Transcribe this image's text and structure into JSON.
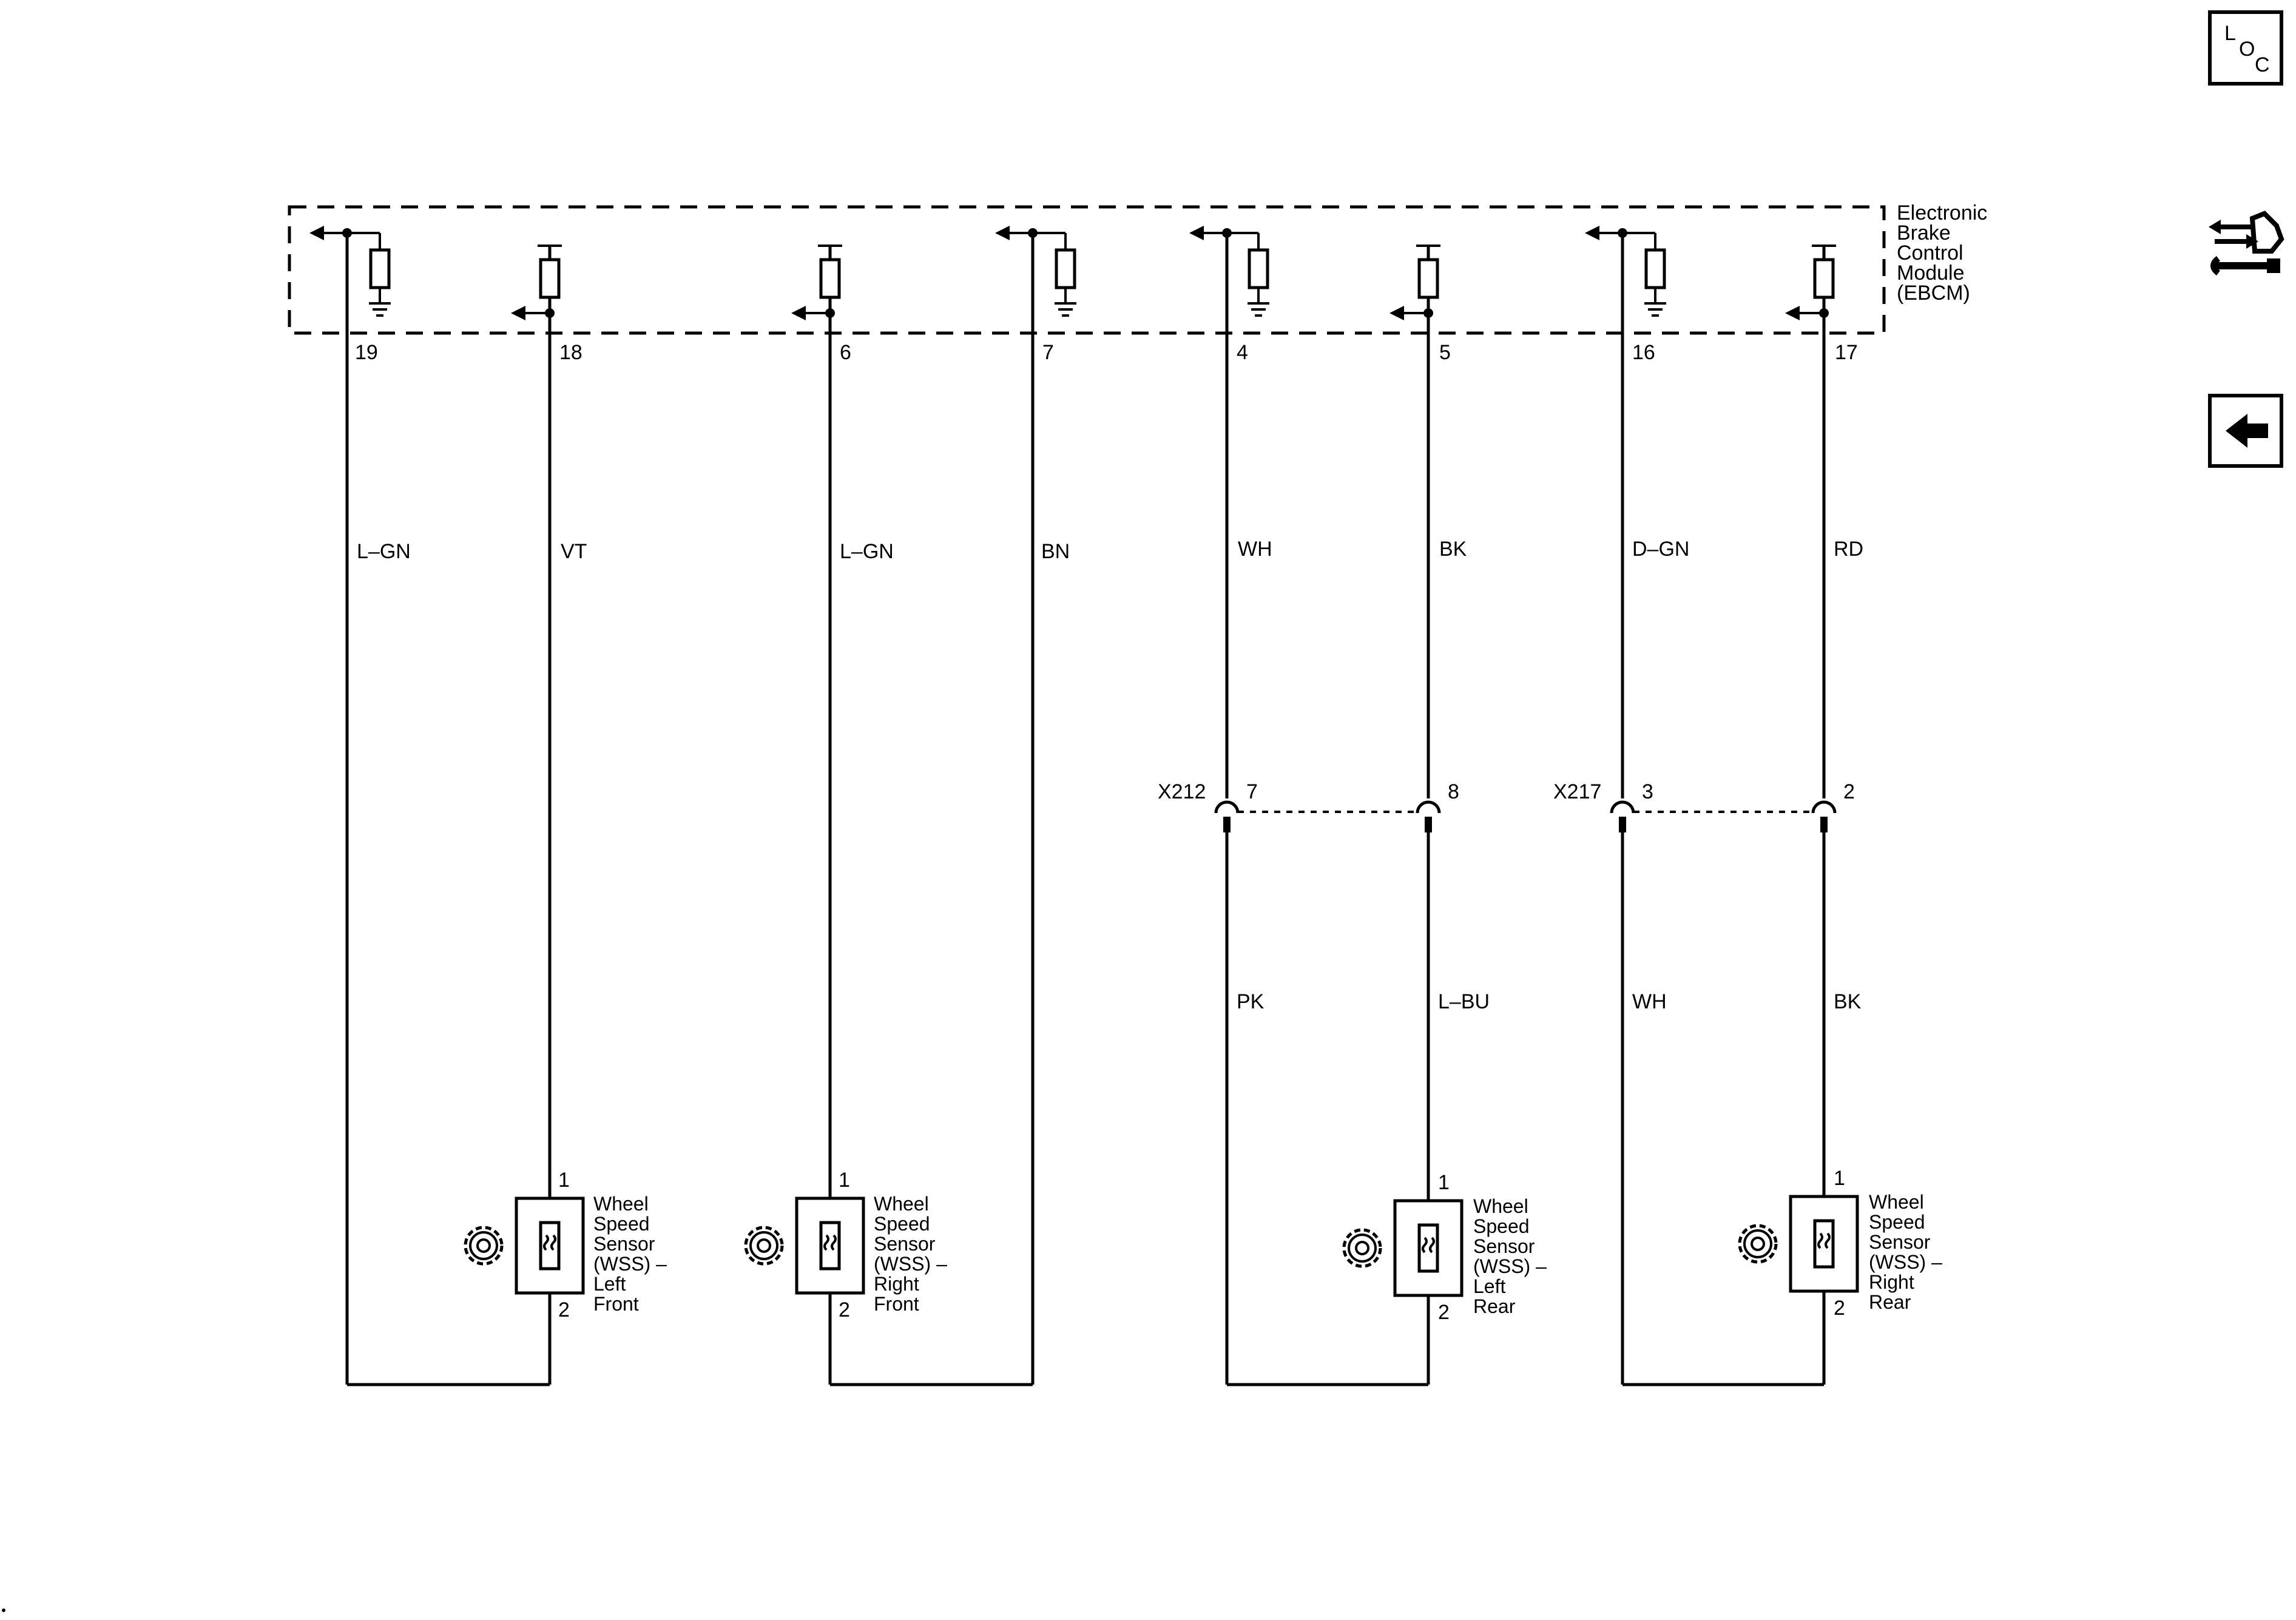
{
  "module": {
    "name_lines": [
      "Electronic",
      "Brake",
      "Control",
      "Module",
      "(EBCM)"
    ]
  },
  "pins": [
    "19",
    "18",
    "6",
    "7",
    "4",
    "5",
    "16",
    "17"
  ],
  "wires_upper": [
    "L–GN",
    "VT",
    "L–GN",
    "BN",
    "WH",
    "BK",
    "D–GN",
    "RD"
  ],
  "connectors": [
    {
      "name": "X212",
      "pin_a": "7",
      "pin_b": "8"
    },
    {
      "name": "X217",
      "pin_a": "3",
      "pin_b": "2"
    }
  ],
  "wires_lower": [
    "PK",
    "L–BU",
    "WH",
    "BK"
  ],
  "sensors": [
    {
      "pin_top": "1",
      "pin_bottom": "2",
      "label_lines": [
        "Wheel",
        "Speed",
        "Sensor",
        "(WSS) –",
        "Left",
        "Front"
      ]
    },
    {
      "pin_top": "1",
      "pin_bottom": "2",
      "label_lines": [
        "Wheel",
        "Speed",
        "Sensor",
        "(WSS) –",
        "Right",
        "Front"
      ]
    },
    {
      "pin_top": "1",
      "pin_bottom": "2",
      "label_lines": [
        "Wheel",
        "Speed",
        "Sensor",
        "(WSS) –",
        "Left",
        "Rear"
      ]
    },
    {
      "pin_top": "1",
      "pin_bottom": "2",
      "label_lines": [
        "Wheel",
        "Speed",
        "Sensor",
        "(WSS) –",
        "Right",
        "Rear"
      ]
    }
  ],
  "side_icons": {
    "loc": {
      "letters": [
        "L",
        "O",
        "C"
      ],
      "icon": "loc-icon"
    },
    "connector_tool": {
      "icon": "connector-wrench-icon"
    },
    "back": {
      "icon": "back-arrow-icon"
    }
  }
}
